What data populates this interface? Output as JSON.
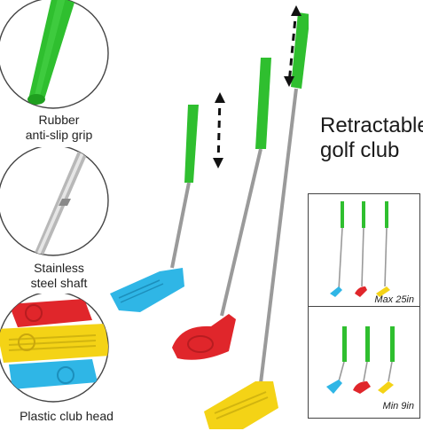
{
  "callouts": {
    "grip": "Rubber\nanti-slip grip",
    "shaft": "Stainless\nsteel shaft",
    "head": "Plastic club head"
  },
  "headline": "Retractable\ngolf club",
  "panels": {
    "max": "Max 25in",
    "min": "Min 9in"
  },
  "colors": {
    "grip_green": "#2fbf2f",
    "blue_head": "#2fb6e6",
    "red_head": "#e0262b",
    "yellow_head": "#f4d316",
    "shaft_steel": "#9a9a9a"
  }
}
